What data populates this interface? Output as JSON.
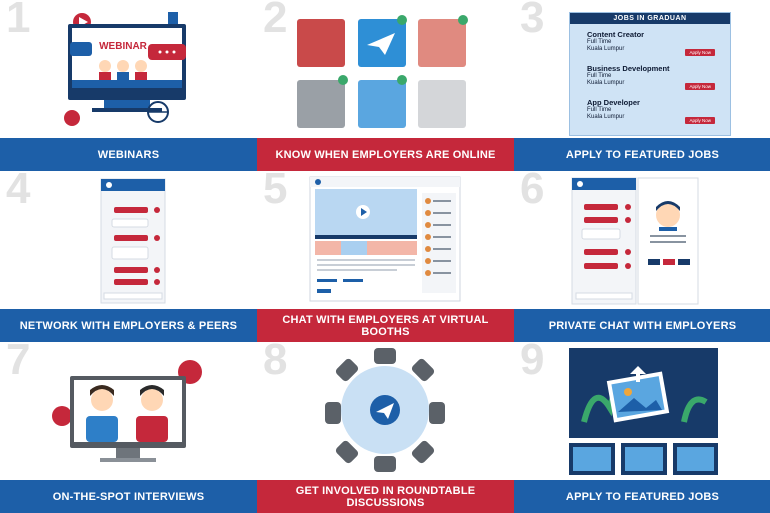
{
  "cells": [
    {
      "number": "1",
      "label": "WEBINARS",
      "sign": "WEBINAR"
    },
    {
      "number": "2",
      "label": "KNOW WHEN EMPLOYERS ARE ONLINE"
    },
    {
      "number": "3",
      "label": "APPLY TO FEATURED JOBS"
    },
    {
      "number": "4",
      "label": "NETWORK WITH EMPLOYERS & PEERS"
    },
    {
      "number": "5",
      "label": "CHAT WITH EMPLOYERS AT VIRTUAL BOOTHS"
    },
    {
      "number": "6",
      "label": "PRIVATE CHAT WITH EMPLOYERS"
    },
    {
      "number": "7",
      "label": "ON-THE-SPOT INTERVIEWS"
    },
    {
      "number": "8",
      "label": "GET INVOLVED IN ROUNDTABLE DISCUSSIONS"
    },
    {
      "number": "9",
      "label": "APPLY TO FEATURED JOBS"
    }
  ],
  "jobs": {
    "header": "JOBS IN GRADUAN",
    "items": [
      {
        "title": "Content Creator",
        "type": "Full Time",
        "location": "Kuala Lumpur",
        "button": "Apply Now"
      },
      {
        "title": "Business Development",
        "type": "Full Time",
        "location": "Kuala Lumpur",
        "button": "Apply Now"
      },
      {
        "title": "App Developer",
        "type": "Full Time",
        "location": "Kuala Lumpur",
        "button": "Apply Now"
      }
    ]
  },
  "colors": {
    "blue": "#1d5fa8",
    "red": "#c5283b",
    "navy": "#173a69"
  }
}
